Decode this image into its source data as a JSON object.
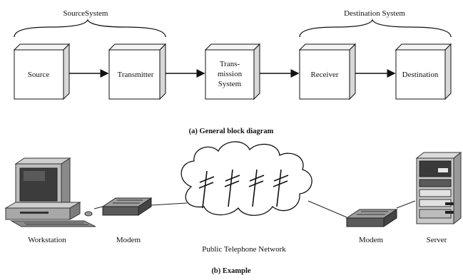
{
  "part_a": {
    "caption": "(a) General block diagram",
    "brace_left_label": "SourceSystem",
    "brace_right_label": "Destination System",
    "blocks": {
      "source": "Source",
      "transmitter": "Transmitter",
      "transmission_line1": "Trans-",
      "transmission_line2": "mission",
      "transmission_line3": "System",
      "receiver": "Receiver",
      "destination": "Destination"
    }
  },
  "part_b": {
    "caption": "(b) Example",
    "workstation": "Workstation",
    "modem_left": "Modem",
    "network": "Public Telephone Network",
    "modem_right": "Modem",
    "server": "Server"
  },
  "icons": [
    "workstation-icon",
    "modem-icon",
    "cloud-icon",
    "telephone-pole-icon",
    "server-icon"
  ]
}
